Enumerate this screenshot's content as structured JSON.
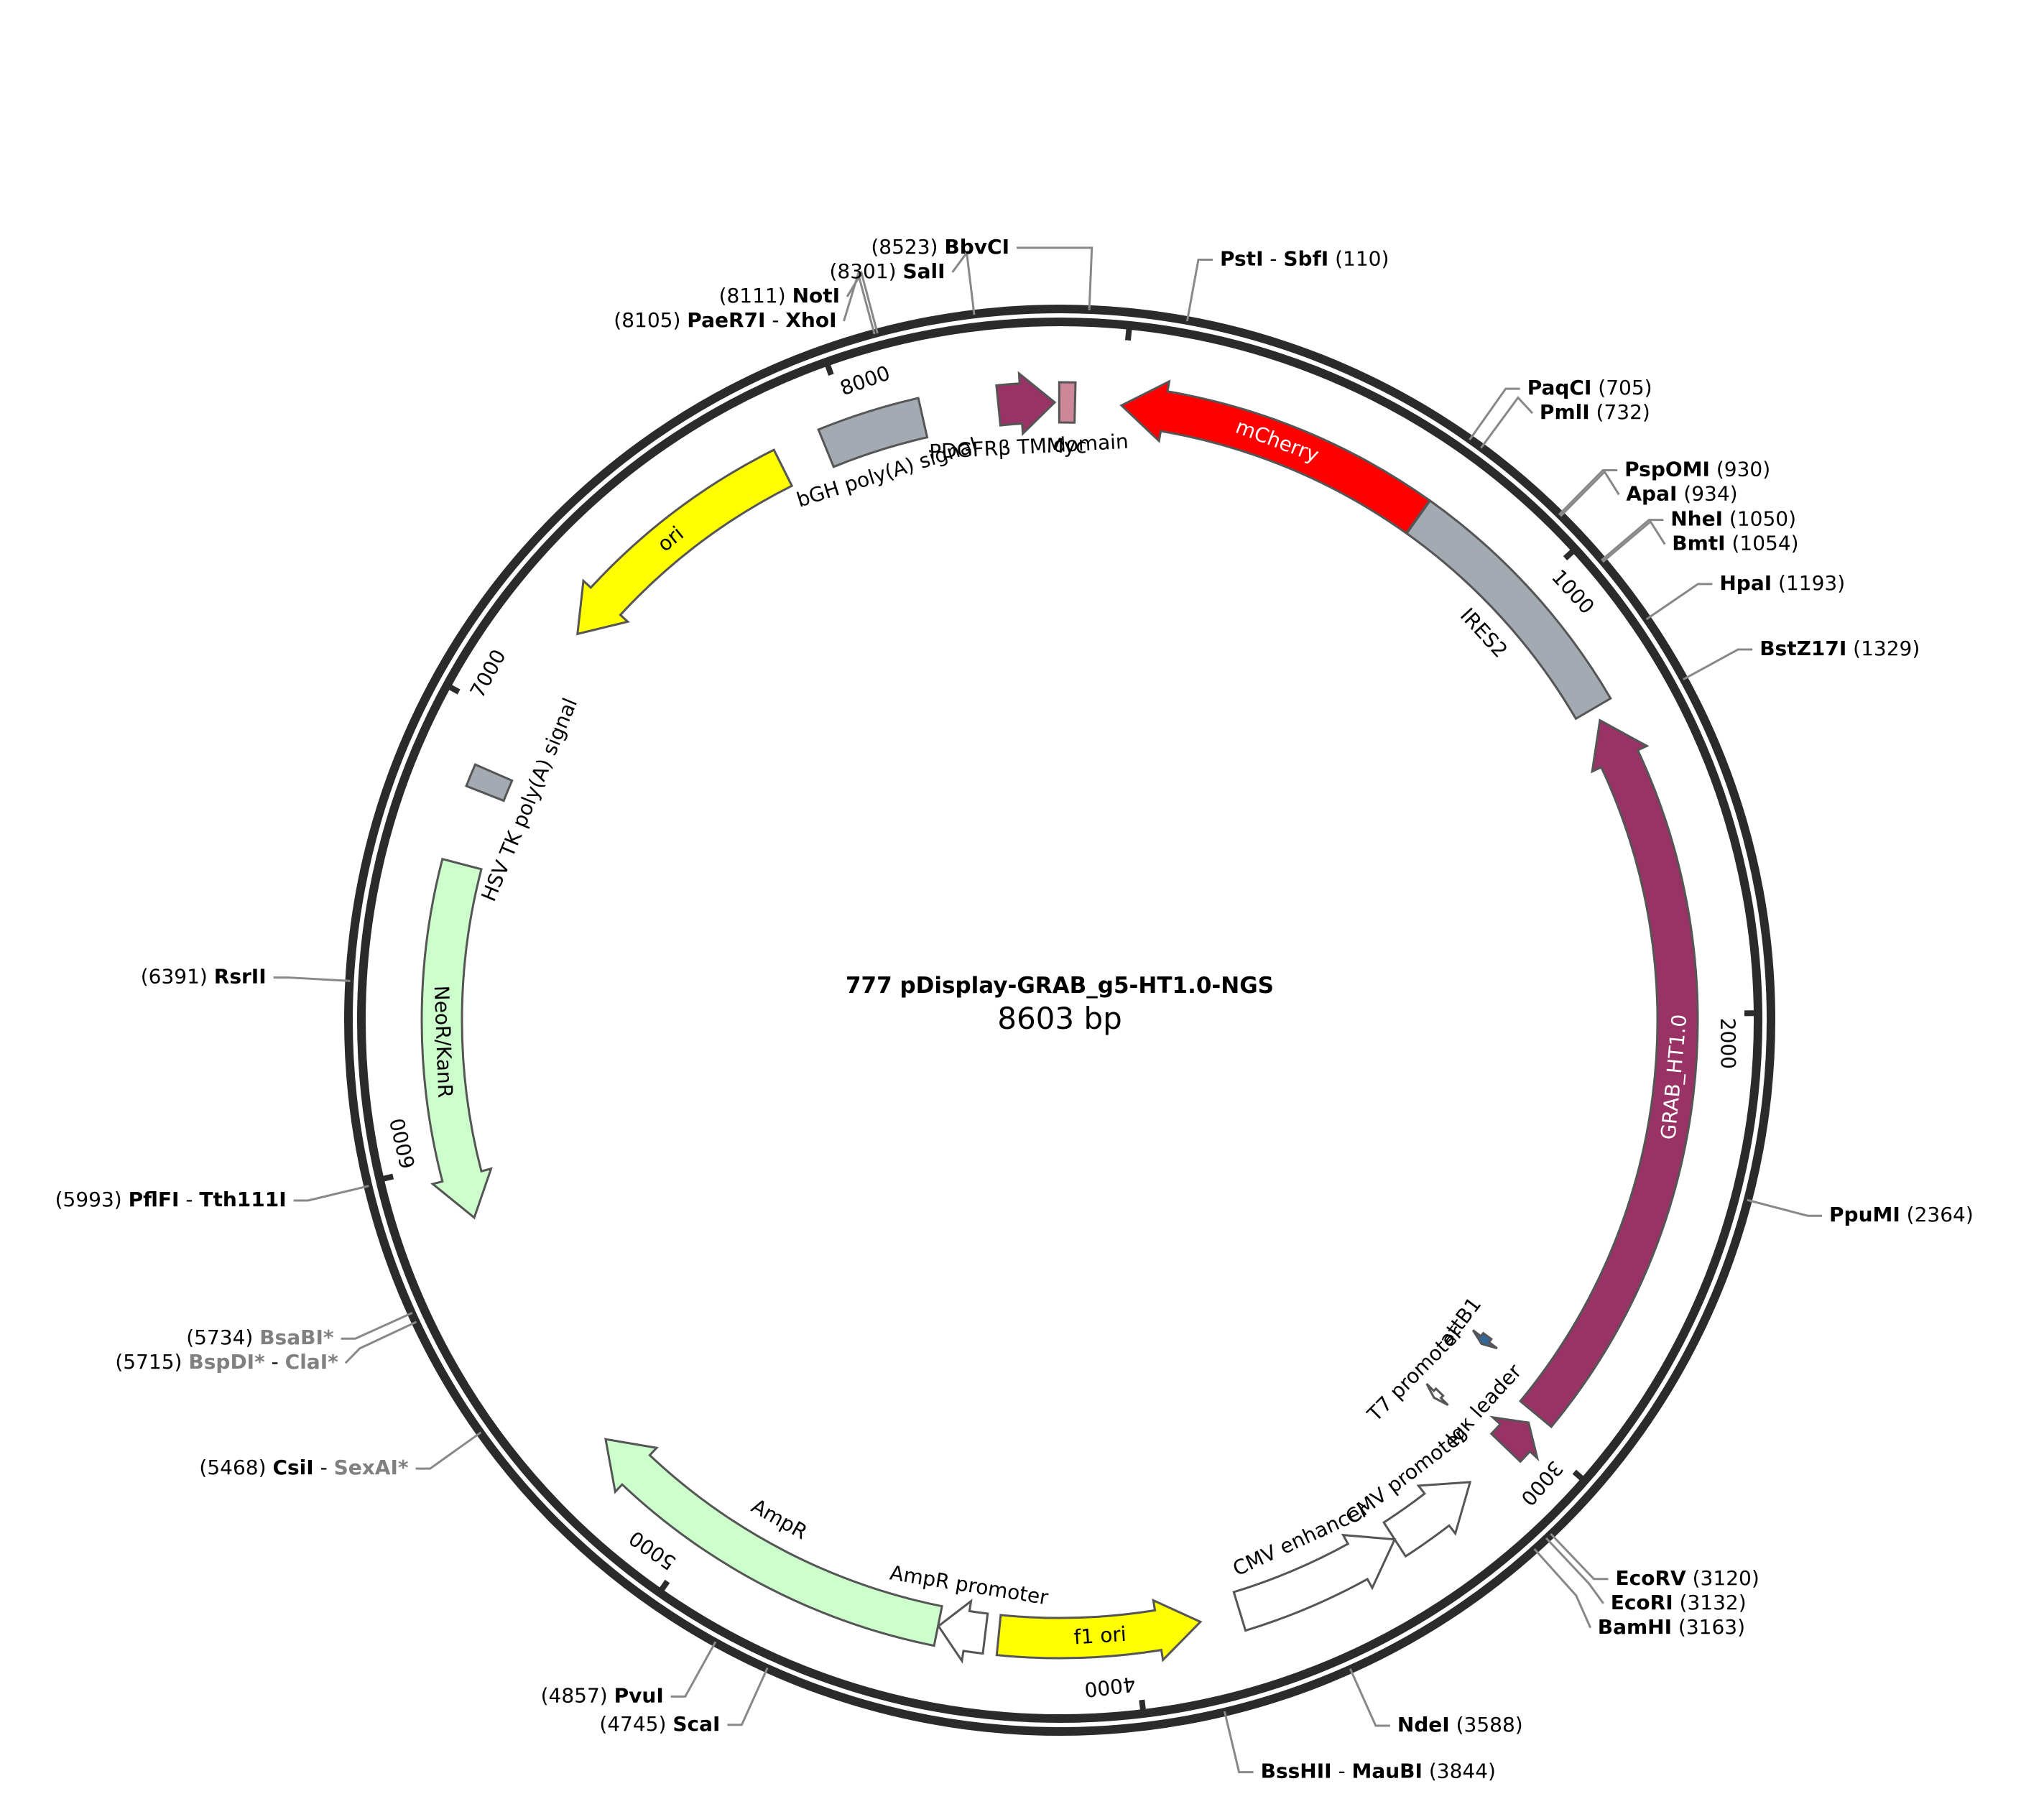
{
  "title": "777 pDisplay-GRAB_g5-HT1.0-NGS",
  "length_label": "8603 bp",
  "total_bp": 8603,
  "ticks": [
    "1000",
    "2000",
    "3000",
    "4000",
    "5000",
    "6000",
    "7000",
    "8000"
  ],
  "tick_positions": [
    1000,
    2000,
    3000,
    4000,
    5000,
    6000,
    7000,
    8000
  ],
  "features": [
    {
      "name": "mCherry",
      "start": 0,
      "end": 710,
      "dir": -1,
      "ring": 1,
      "color": "#ff0000",
      "label_inside": true,
      "text_color": "#ffffff"
    },
    {
      "name": "IRES2",
      "start": 711,
      "end": 1290,
      "dir": 0,
      "ring": 1,
      "color": "#a3aab2",
      "label_inside": false
    },
    {
      "name": "GRAB_HT1.0",
      "start": 1320,
      "end": 2960,
      "dir": -1,
      "ring": 1,
      "color": "#993366",
      "label_inside": true,
      "text_color": "#ffffff"
    },
    {
      "name": "Igκ leader",
      "start": 2985,
      "end": 3060,
      "dir": -1,
      "ring": 1,
      "color": "#993366",
      "label_inside": false
    },
    {
      "name": "attB1",
      "start": 2885,
      "end": 2910,
      "dir": 1,
      "ring": 2,
      "color": "#336699",
      "label_inside": false
    },
    {
      "name": "T7 promoter",
      "start": 3075,
      "end": 3095,
      "dir": 1,
      "ring": 2,
      "color": "#ffffff",
      "label_inside": false
    },
    {
      "name": "CMV promoter",
      "start": 3170,
      "end": 3380,
      "dir": -1,
      "ring": 1,
      "color": "#ffffff",
      "label_inside": false
    },
    {
      "name": "CMV enhancer",
      "start": 3380,
      "end": 3760,
      "dir": -1,
      "ring": 1,
      "color": "#ffffff",
      "label_inside": false
    },
    {
      "name": "f1 ori",
      "start": 3850,
      "end": 4300,
      "dir": -1,
      "ring": 1,
      "color": "#ffff00",
      "label_inside": true,
      "text_color": "#000000"
    },
    {
      "name": "AmpR promoter",
      "start": 4330,
      "end": 4435,
      "dir": 1,
      "ring": 1,
      "color": "#ffffff",
      "label_inside": false
    },
    {
      "name": "AmpR",
      "start": 4436,
      "end": 5295,
      "dir": 1,
      "ring": 1,
      "color": "#ccffcc",
      "label_inside": false
    },
    {
      "name": "NeoR/KanR",
      "start": 5870,
      "end": 6665,
      "dir": -1,
      "ring": 1,
      "color": "#ccffcc",
      "label_inside": true,
      "text_color": "#000000"
    },
    {
      "name": "HSV TK poly(A) signal",
      "start": 6830,
      "end": 6880,
      "dir": 0,
      "ring": 1,
      "color": "#a3aab2",
      "label_inside": false
    },
    {
      "name": "ori",
      "start": 7240,
      "end": 7830,
      "dir": -1,
      "ring": 1,
      "color": "#ffff00",
      "label_inside": true,
      "text_color": "#000000"
    },
    {
      "name": "bGH poly(A) signal",
      "start": 7935,
      "end": 8160,
      "dir": 0,
      "ring": 1,
      "color": "#a3aab2",
      "label_inside": false
    },
    {
      "name": "PDGFRβ TM domain",
      "start": 8330,
      "end": 8455,
      "dir": 1,
      "ring": 1,
      "color": "#993366",
      "label_inside": false
    },
    {
      "name": "Myc",
      "start": 8465,
      "end": 8500,
      "dir": 0,
      "ring": 1,
      "color": "#cc8899",
      "label_inside": false
    }
  ],
  "sites": [
    {
      "name": "PstI",
      "name2": "SbfI",
      "pos": "110",
      "side": "right"
    },
    {
      "name": "PaqCI",
      "pos": "705",
      "side": "right"
    },
    {
      "name": "PmlI",
      "pos": "732",
      "side": "right"
    },
    {
      "name": "PspOMI",
      "pos": "930",
      "side": "right"
    },
    {
      "name": "ApaI",
      "pos": "934",
      "side": "right"
    },
    {
      "name": "NheI",
      "pos": "1050",
      "side": "right"
    },
    {
      "name": "BmtI",
      "pos": "1054",
      "side": "right"
    },
    {
      "name": "HpaI",
      "pos": "1193",
      "side": "right"
    },
    {
      "name": "BstZ17I",
      "pos": "1329",
      "side": "right"
    },
    {
      "name": "PpuMI",
      "pos": "2364",
      "side": "right"
    },
    {
      "name": "EcoRV",
      "pos": "3120",
      "side": "right"
    },
    {
      "name": "EcoRI",
      "pos": "3132",
      "side": "right"
    },
    {
      "name": "BamHI",
      "pos": "3163",
      "side": "right"
    },
    {
      "name": "NdeI",
      "pos": "3588",
      "side": "right"
    },
    {
      "name": "BssHII",
      "name2": "MauBI",
      "pos": "3844",
      "side": "right"
    },
    {
      "name": "ScaI",
      "pos": "4745",
      "side": "left"
    },
    {
      "name": "PvuI",
      "pos": "4857",
      "side": "left"
    },
    {
      "name": "CsiI",
      "name2": "SexAI*",
      "name2_gray": true,
      "pos": "5468",
      "side": "left"
    },
    {
      "name": "BspDI*",
      "name2": "ClaI*",
      "gray": true,
      "name2_gray": true,
      "pos": "5715",
      "side": "left"
    },
    {
      "name": "BsaBI*",
      "gray": true,
      "pos": "5734",
      "side": "left"
    },
    {
      "name": "PflFI",
      "name2": "Tth111I",
      "pos": "5993",
      "side": "left"
    },
    {
      "name": "RsrII",
      "pos": "6391",
      "side": "left"
    },
    {
      "name": "PaeR7I",
      "name2": "XhoI",
      "pos": "8105",
      "side": "left"
    },
    {
      "name": "NotI",
      "pos": "8111",
      "side": "left"
    },
    {
      "name": "SalI",
      "pos": "8301",
      "side": "left"
    },
    {
      "name": "BbvCI",
      "pos": "8523",
      "side": "left"
    }
  ]
}
